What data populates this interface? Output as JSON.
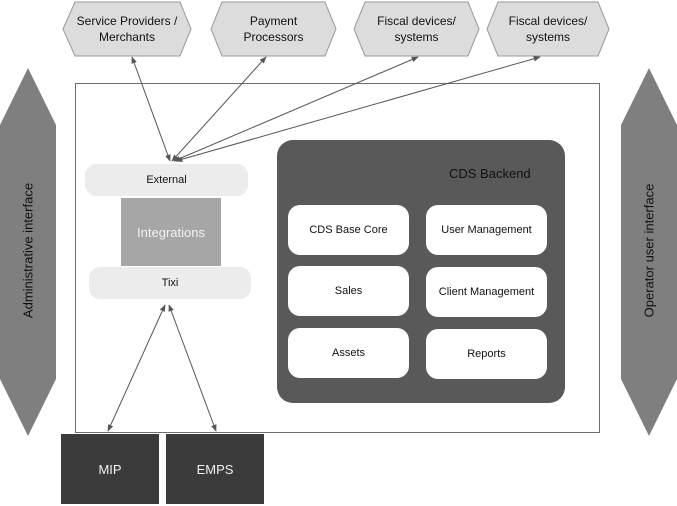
{
  "top_systems": [
    {
      "label": "Service Providers /\nMerchants"
    },
    {
      "label": "Payment\nProcessors"
    },
    {
      "label": "Fiscal devices/\nsystems"
    },
    {
      "label": "Fiscal devices/\nsystems"
    }
  ],
  "side_interfaces": {
    "left": "Administrative interface",
    "right": "Operator user interface"
  },
  "integration_layer": {
    "external": "External",
    "integrations": "Integrations",
    "tixi": "Tixi"
  },
  "backend": {
    "title": "CDS Backend",
    "modules": [
      "CDS Base Core",
      "User Management",
      "Sales",
      "Client Management",
      "Assets",
      "Reports"
    ]
  },
  "bottom_systems": [
    "MIP",
    "EMPS"
  ],
  "colors": {
    "hexagon_fill": "#dcdcdc",
    "side_arrow_fill": "#7f7f7f",
    "backend_fill": "#595959",
    "integrations_fill": "#a6a6a6",
    "bottom_box_fill": "#3b3b3b"
  }
}
